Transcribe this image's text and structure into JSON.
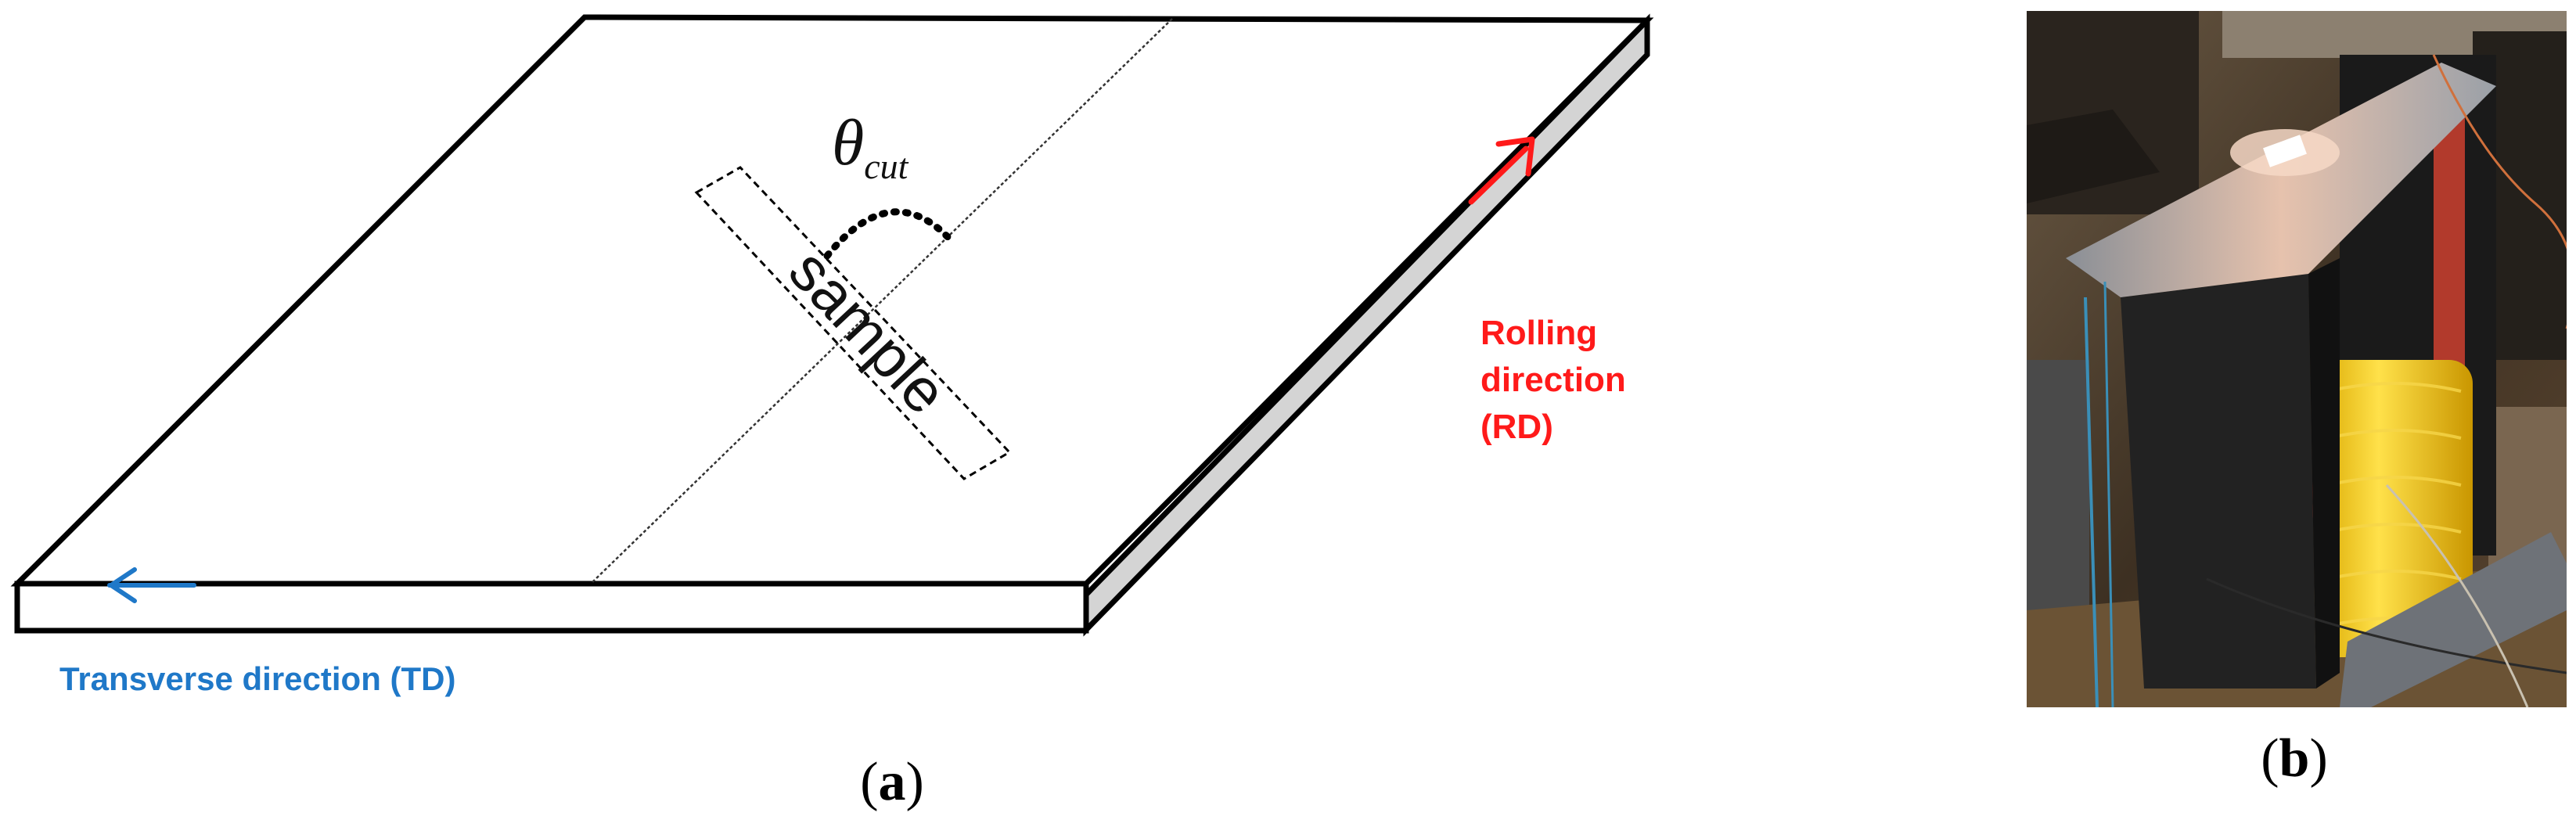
{
  "panel_a": {
    "label_open": "(",
    "label_letter": "a",
    "label_close": ")",
    "angle_symbol": "θ",
    "angle_subscript": "cut",
    "sample_label": "sample",
    "rolling_direction": {
      "line1": "Rolling",
      "line2": "direction",
      "line3": "(RD)",
      "color": "#ff1a1a"
    },
    "transverse_direction": {
      "label": "Transverse direction (TD)",
      "color": "#1f78c8"
    }
  },
  "panel_b": {
    "label_open": "(",
    "label_letter": "b",
    "label_close": ")"
  }
}
